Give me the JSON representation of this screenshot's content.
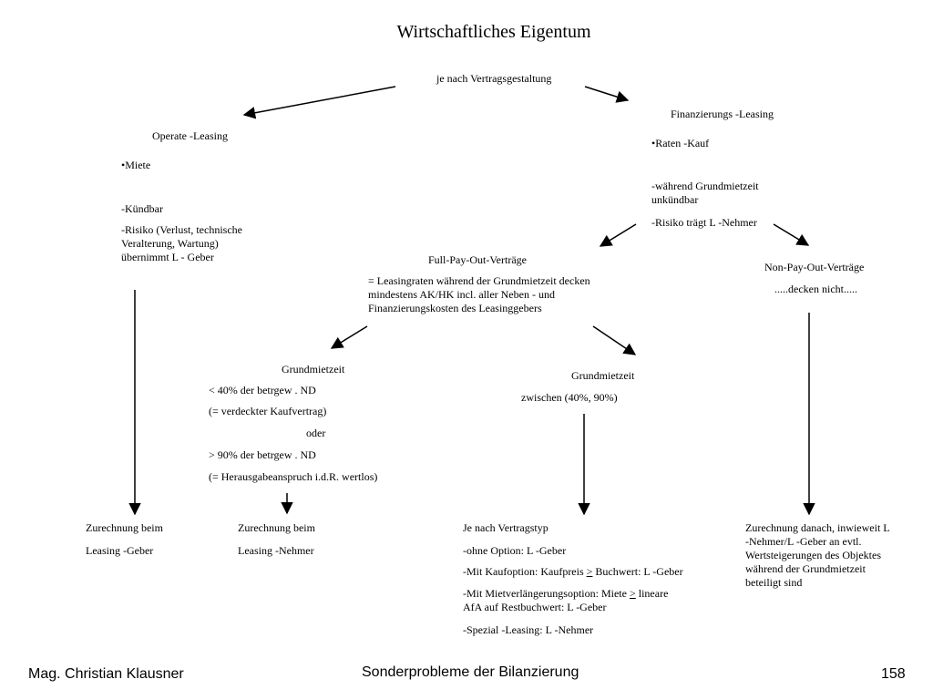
{
  "title": "Wirtschaftliches Eigentum",
  "root": "je nach Vertragsgestaltung",
  "operate": {
    "heading": "Operate -Leasing",
    "item1": "•Miete",
    "item2": "-Kündbar",
    "item3": "-Risiko (Verlust, technische Veralterung, Wartung) übernimmt L - Geber"
  },
  "finanz": {
    "heading": "Finanzierungs -Leasing",
    "item1": "•Raten -Kauf",
    "item2": "-während Grundmietzeit unkündbar",
    "item3": "-Risiko trägt L -Nehmer"
  },
  "fullpay": {
    "heading": "Full-Pay-Out-Verträge",
    "desc": "= Leasingraten während der Grundmietzeit decken mindestens AK/HK incl. aller Neben - und Finanzierungskosten des Leasinggebers"
  },
  "nonpay": {
    "heading": "Non-Pay-Out-Verträge",
    "desc": ".....decken nicht....."
  },
  "grund1": {
    "heading": "Grundmietzeit",
    "line1": "< 40% der betrgew . ND",
    "line2": "(= verdeckter Kaufvertrag)",
    "line3": "oder",
    "line4": "> 90% der betrgew . ND",
    "line5": "(= Herausgabeanspruch i.d.R. wertlos)"
  },
  "grund2": {
    "heading": "Grundmietzeit",
    "line1": "zwischen (40%, 90%)"
  },
  "result_geber": {
    "line1": "Zurechnung beim",
    "line2": "Leasing -Geber"
  },
  "result_nehmer": {
    "line1": "Zurechnung beim",
    "line2": "Leasing -Nehmer"
  },
  "result_typ": {
    "line1": "Je nach Vertragstyp",
    "line2": "-ohne Option: L -Geber",
    "line3a": "-Mit Kaufoption: Kaufpreis ",
    "line3sym": ">",
    "line3b": " Buchwert: L -Geber",
    "line4a": "-Mit Mietverlängerungsoption: Miete ",
    "line4sym": ">",
    "line4b": " lineare",
    "line5": "AfA auf Restbuchwert: L -Geber",
    "line6": "-Spezial -Leasing: L -Nehmer"
  },
  "result_danach": {
    "text": "Zurechnung danach, inwieweit L -Nehmer/L -Geber an evtl. Wertsteigerungen des Objektes während der Grundmietzeit beteiligt sind"
  },
  "footer": {
    "author": "Mag. Christian Klausner",
    "subject": "Sonderprobleme der Bilanzierung",
    "page": "158"
  }
}
